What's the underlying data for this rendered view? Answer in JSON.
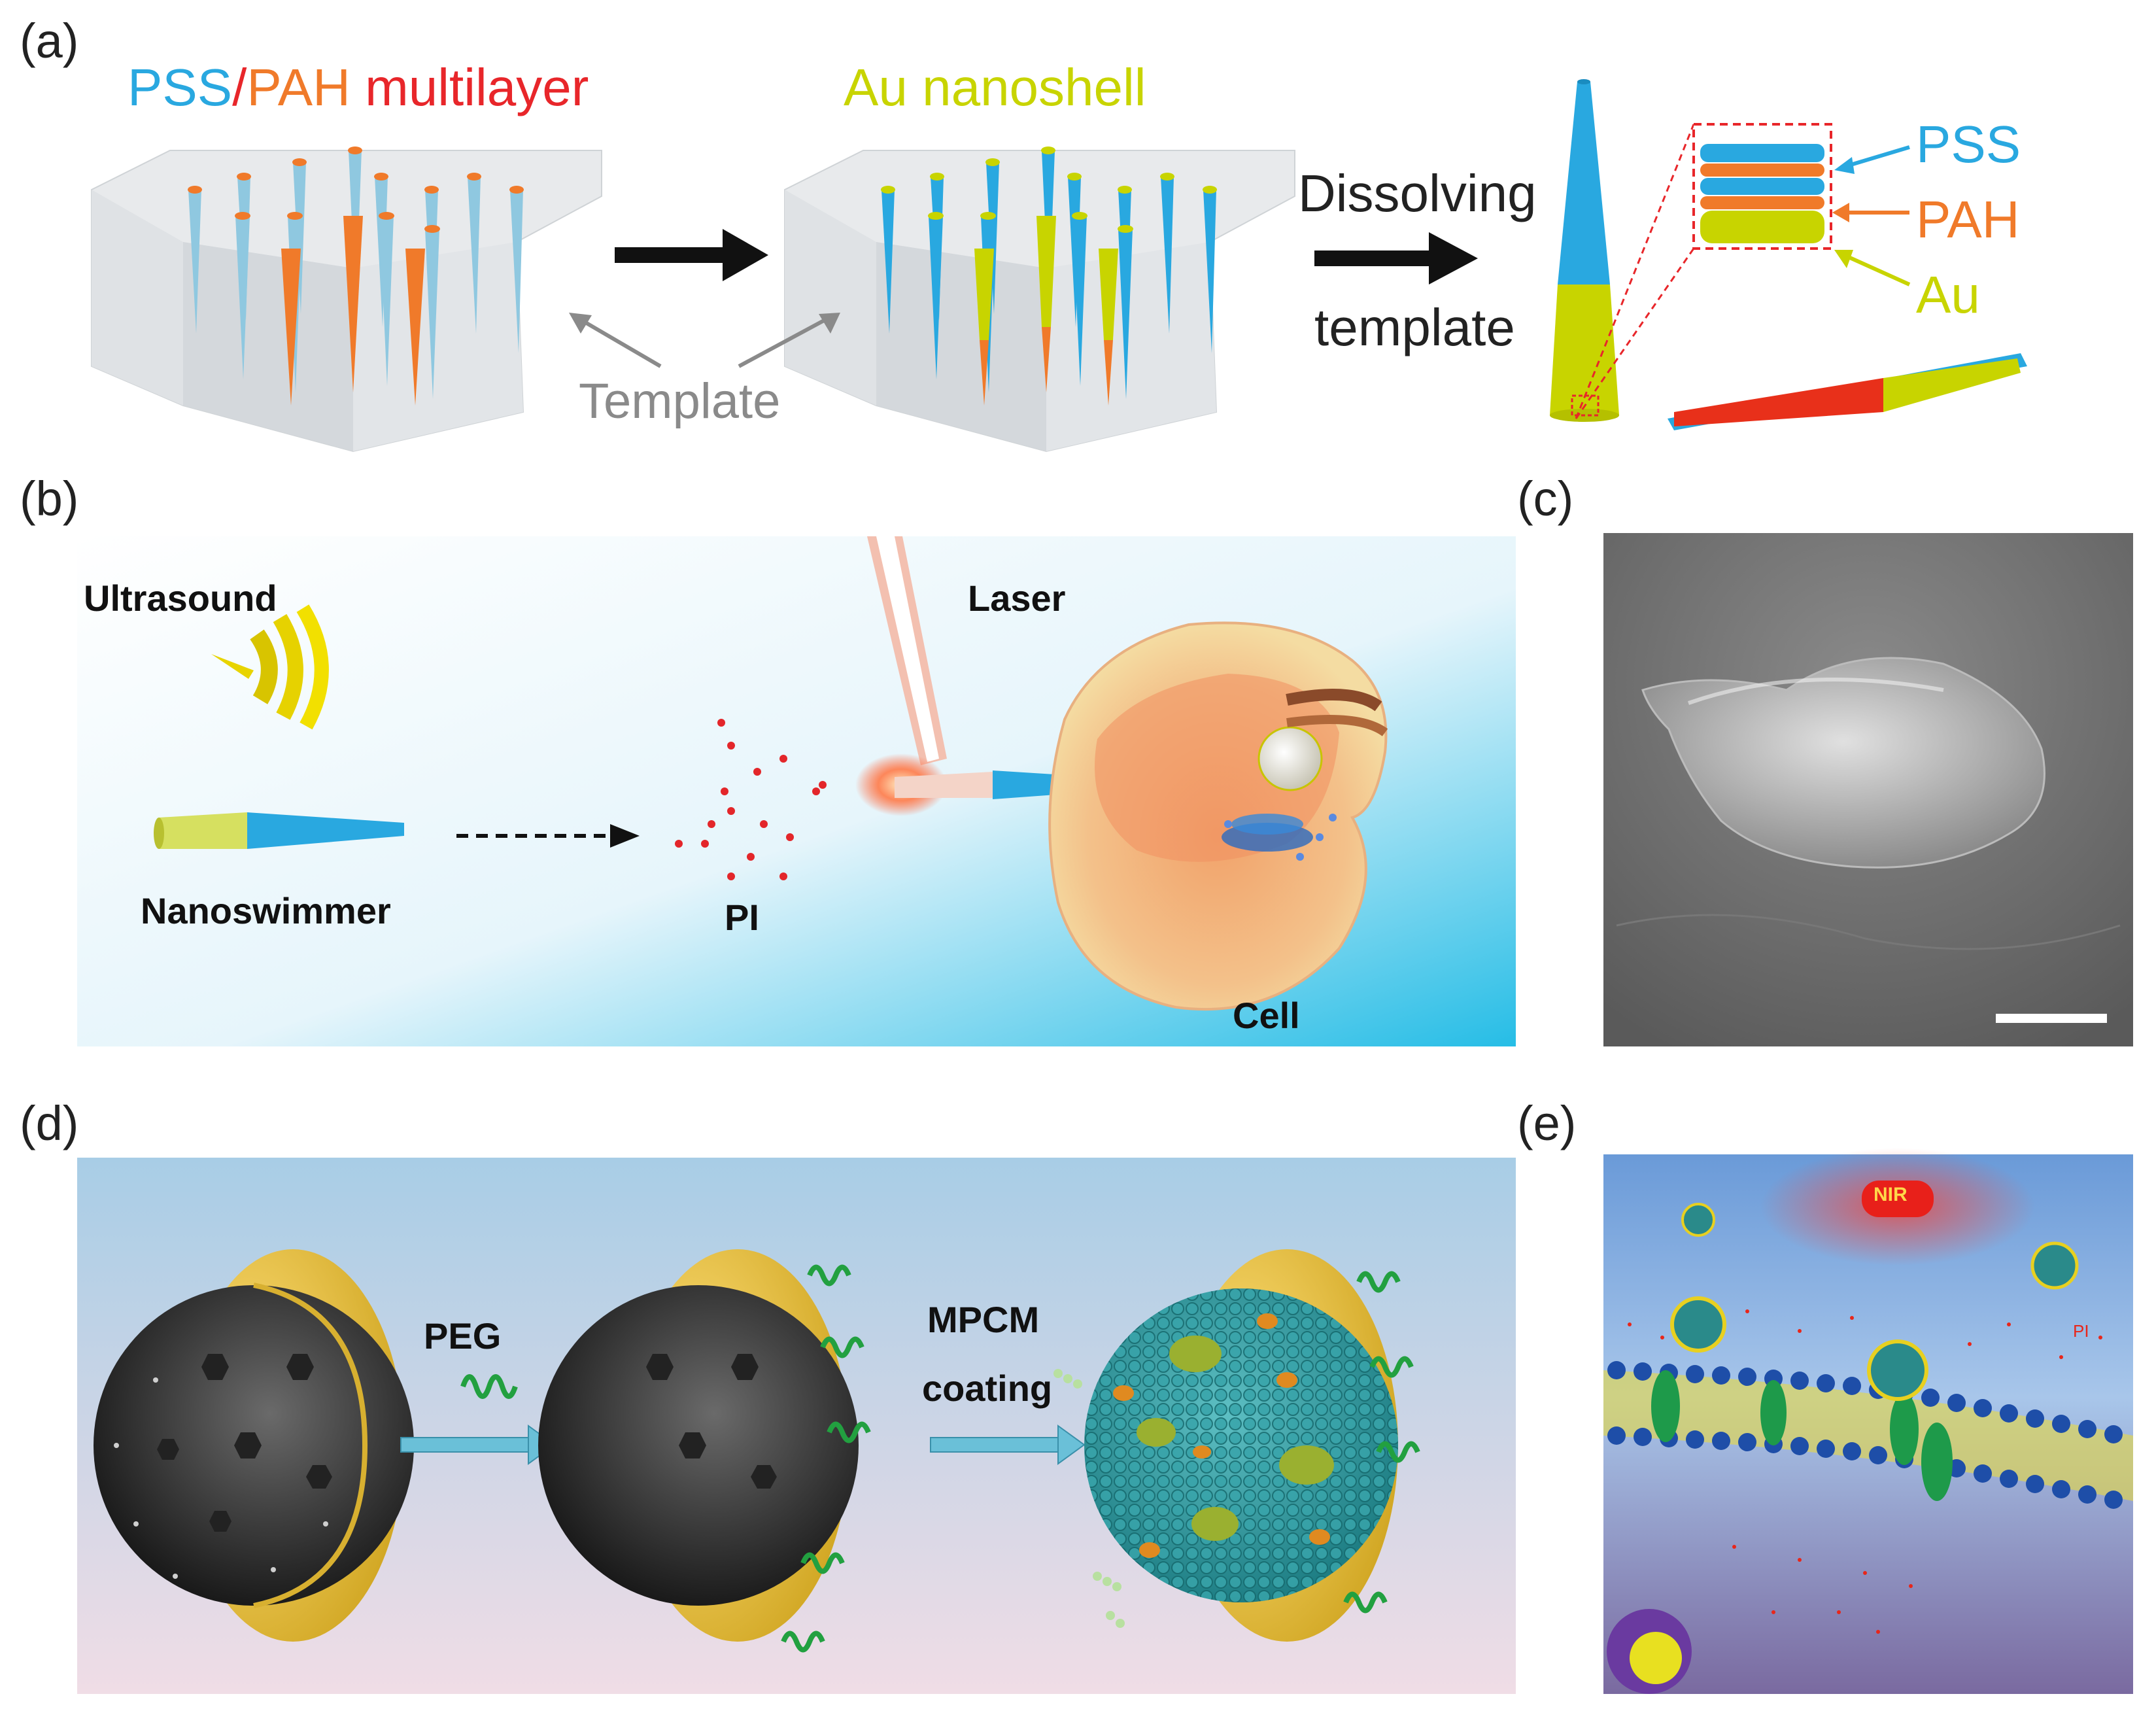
{
  "panels": {
    "a": {
      "label": "(a)",
      "title_pss": "PSS",
      "title_slash": "/",
      "title_pah": "PAH",
      "title_multilayer": " multilayer",
      "title_au": "Au nanoshell",
      "template": "Template",
      "dissolving": "Dissolving",
      "template2": "template",
      "layer_pss": "PSS",
      "layer_pah": "PAH",
      "layer_au": "Au"
    },
    "b": {
      "label": "(b)",
      "ultrasound": "Ultrasound",
      "laser": "Laser",
      "nanoswimmer": "Nanoswimmer",
      "pi": "PI",
      "cell": "Cell"
    },
    "c": {
      "label": "(c)"
    },
    "d": {
      "label": "(d)",
      "peg": "PEG",
      "mpcm": "MPCM",
      "coating": "coating"
    },
    "e": {
      "label": "(e)",
      "nir": "NIR",
      "pi": "PI"
    }
  },
  "colors": {
    "pss": "#29a8e0",
    "pah": "#f07a2a",
    "multilayer": "#e8262a",
    "au": "#c8d400",
    "template_gray": "#8a8a8a"
  }
}
